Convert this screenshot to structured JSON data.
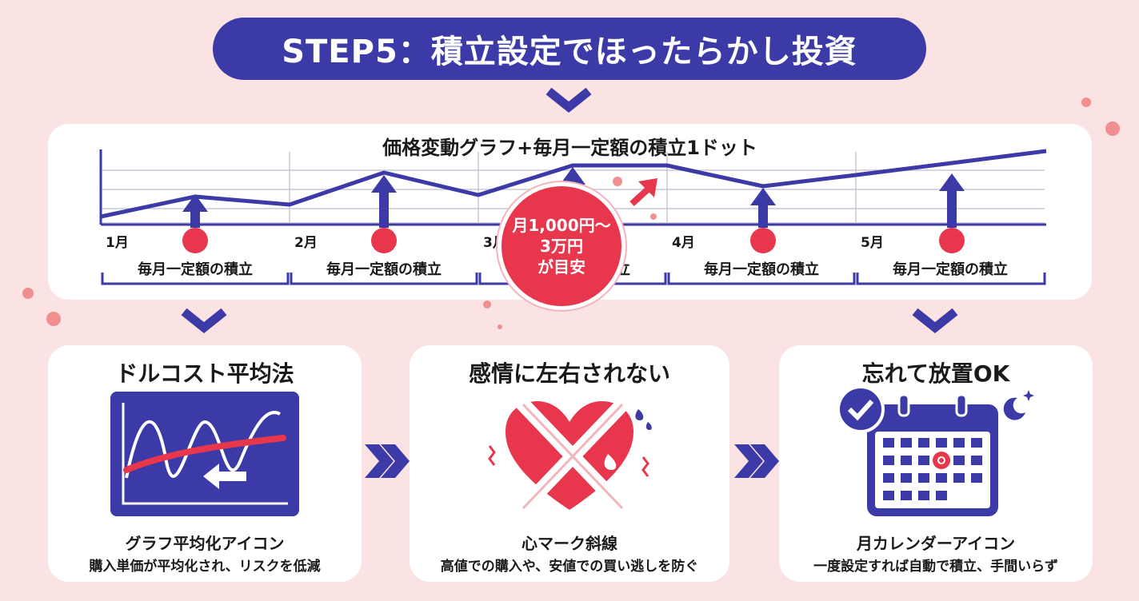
{
  "title": "STEP5：積立設定でほったらかし投資",
  "chart": {
    "title": "価格変動グラフ+毎月一定額の積立1ドット",
    "months": [
      "1月",
      "2月",
      "3月",
      "4月",
      "5月"
    ],
    "section_label": "毎月一定額の積立"
  },
  "badge": {
    "line1": "月1,000円〜",
    "line2": "3万円",
    "line3": "が目安"
  },
  "cards": [
    {
      "title": "ドルコスト平均法",
      "icon": "averaging-graph-icon",
      "subtitle": "グラフ平均化アイコン",
      "description": "購入単価が平均化され、リスクを低減"
    },
    {
      "title": "感情に左右されない",
      "icon": "crossed-heart-icon",
      "subtitle": "心マーク斜線",
      "description": "高値での購入や、安値での買い逃しを防ぐ"
    },
    {
      "title": "忘れて放置OK",
      "icon": "calendar-icon",
      "subtitle": "月カレンダーアイコン",
      "description": "一度設定すれば自動で積立、手間いらず"
    }
  ],
  "colors": {
    "navy": "#3b3aa6",
    "red": "#e8364d",
    "background": "#fbe3e3"
  }
}
